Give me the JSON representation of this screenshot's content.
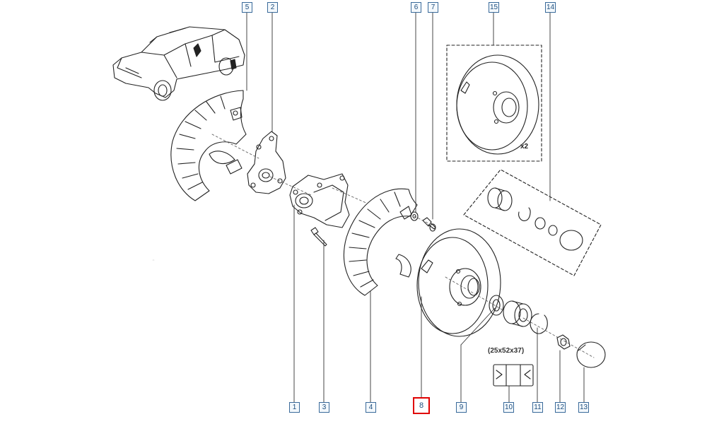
{
  "diagram": {
    "callouts": [
      {
        "id": "1",
        "label": "1"
      },
      {
        "id": "2",
        "label": "2"
      },
      {
        "id": "3",
        "label": "3"
      },
      {
        "id": "4",
        "label": "4"
      },
      {
        "id": "5",
        "label": "5"
      },
      {
        "id": "6",
        "label": "6"
      },
      {
        "id": "7",
        "label": "7"
      },
      {
        "id": "8",
        "label": "8"
      },
      {
        "id": "9",
        "label": "9"
      },
      {
        "id": "10",
        "label": "10"
      },
      {
        "id": "11",
        "label": "11"
      },
      {
        "id": "12",
        "label": "12"
      },
      {
        "id": "13",
        "label": "13"
      },
      {
        "id": "14",
        "label": "14"
      },
      {
        "id": "15",
        "label": "15"
      }
    ],
    "selected_part": "8",
    "bearing_size": "(25x52x37)",
    "disc_quantity": "x2",
    "colors": {
      "callout_border": "#3a6a9a",
      "callout_text": "#1e4e7e",
      "selection": "#e00000",
      "line_art": "#222222"
    }
  }
}
